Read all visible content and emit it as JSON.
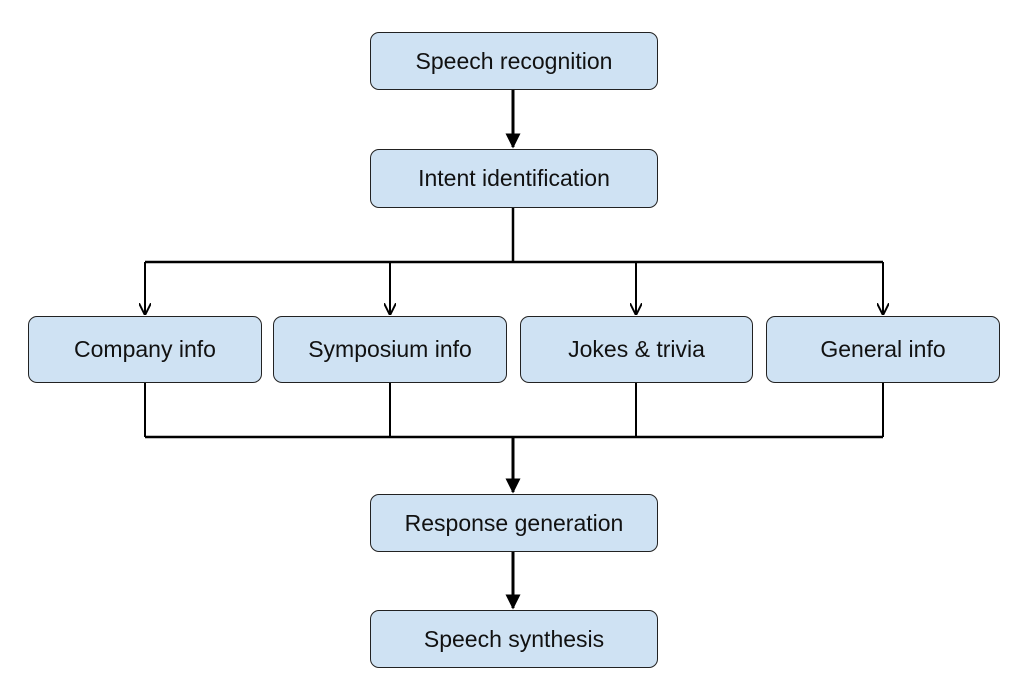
{
  "diagram": {
    "nodes": {
      "speech_recognition": "Speech recognition",
      "intent_identification": "Intent identification",
      "company_info": "Company info",
      "symposium_info": "Symposium info",
      "jokes_trivia": "Jokes & trivia",
      "general_info": "General info",
      "response_generation": "Response generation",
      "speech_synthesis": "Speech synthesis"
    },
    "edges": [
      [
        "speech_recognition",
        "intent_identification"
      ],
      [
        "intent_identification",
        "company_info"
      ],
      [
        "intent_identification",
        "symposium_info"
      ],
      [
        "intent_identification",
        "jokes_trivia"
      ],
      [
        "intent_identification",
        "general_info"
      ],
      [
        "company_info",
        "response_generation"
      ],
      [
        "symposium_info",
        "response_generation"
      ],
      [
        "jokes_trivia",
        "response_generation"
      ],
      [
        "general_info",
        "response_generation"
      ],
      [
        "response_generation",
        "speech_synthesis"
      ]
    ],
    "colors": {
      "node_fill": "#cfe2f3",
      "node_border": "#222222",
      "line": "#000000"
    }
  }
}
